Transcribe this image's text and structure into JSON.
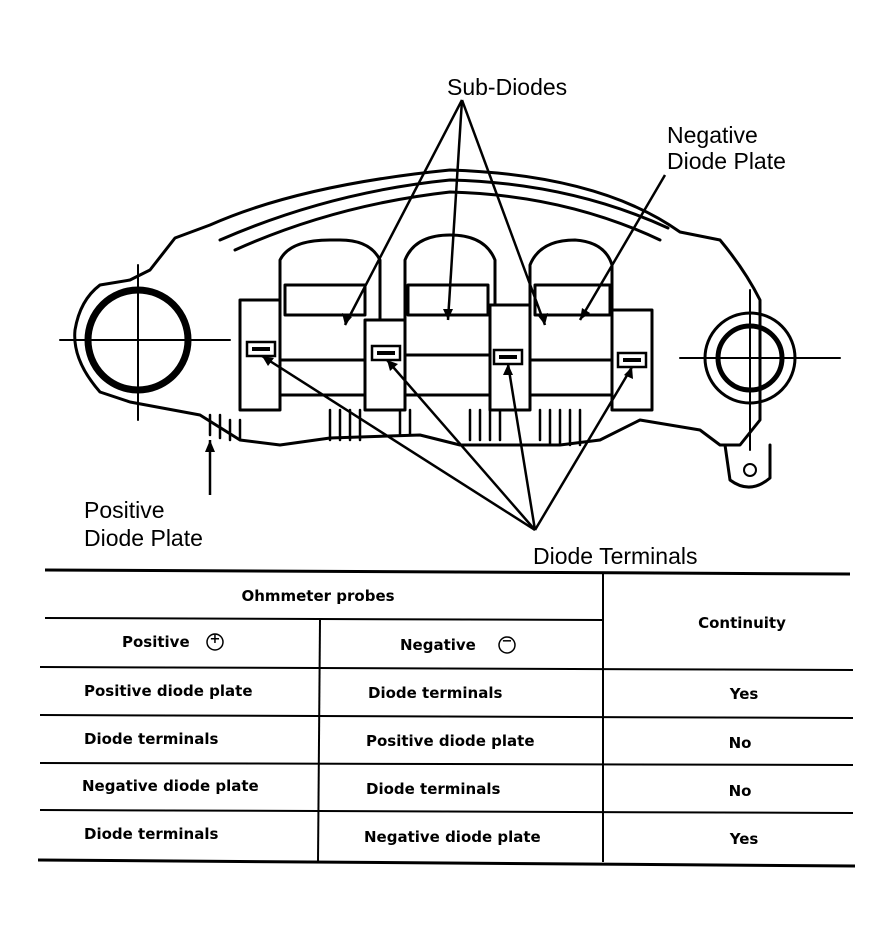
{
  "labels": {
    "sub_diodes": "Sub-Diodes",
    "negative_plate_line1": "Negative",
    "negative_plate_line2": "Diode Plate",
    "positive_plate_line1": "Positive",
    "positive_plate_line2": "Diode Plate",
    "diode_terminals": "Diode Terminals"
  },
  "table": {
    "group_header": "Ohmmeter probes",
    "col_positive": "Positive",
    "col_positive_symbol": "+",
    "col_negative": "Negative",
    "col_negative_symbol": "−",
    "col_continuity": "Continuity",
    "rows": [
      {
        "positive": "Positive diode plate",
        "negative": "Diode terminals",
        "continuity": "Yes"
      },
      {
        "positive": "Diode terminals",
        "negative": "Positive diode plate",
        "continuity": "No"
      },
      {
        "positive": "Negative diode plate",
        "negative": "Diode terminals",
        "continuity": "No"
      },
      {
        "positive": "Diode terminals",
        "negative": "Negative diode plate",
        "continuity": "Yes"
      }
    ]
  }
}
